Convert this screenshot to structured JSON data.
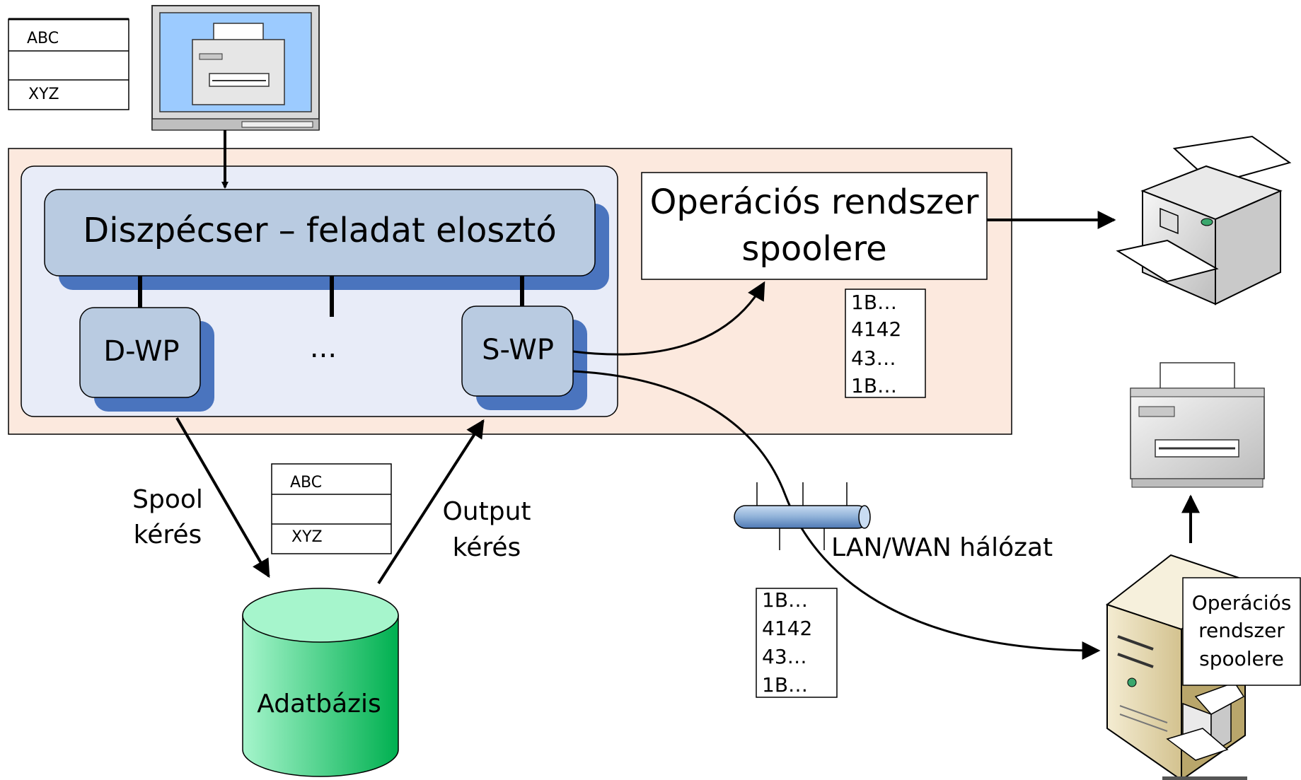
{
  "top_table": {
    "row1": "ABC",
    "row2": "",
    "row3": "XYZ"
  },
  "mid_table": {
    "row1": "ABC",
    "row2": "",
    "row3": "XYZ"
  },
  "dispatcher": {
    "label": "Diszpécser – feladat elosztó"
  },
  "work_processes": {
    "dwp": "D-WP",
    "ellipsis": "...",
    "swp": "S-WP"
  },
  "os_spooler": {
    "line1": "Operációs rendszer",
    "line2": "spoolere"
  },
  "data_list_upper": [
    "1B…",
    "4142",
    "43…",
    "1B…"
  ],
  "data_list_lower": [
    "1B…",
    "4142",
    "43…",
    "1B…"
  ],
  "labels": {
    "spool_request_1": "Spool",
    "spool_request_2": "kérés",
    "output_request_1": "Output",
    "output_request_2": "kérés",
    "network": "LAN/WAN hálózat"
  },
  "database": {
    "label": "Adatbázis"
  },
  "remote_spooler": {
    "line1": "Operációs",
    "line2": "rendszer",
    "line3": "spoolere"
  },
  "colors": {
    "outer_panel": "#fce9de",
    "inner_panel": "#e8ecf8",
    "box_fill": "#b9cbe1",
    "box_shadow": "#4a74be",
    "db_light": "#a6f5cc",
    "db_dark": "#00b050",
    "monitor_screen": "#9ccbff",
    "network_pipe": "#8fb1d8"
  },
  "icons": [
    "monitor-icon",
    "laser-printer-icon",
    "line-printer-icon",
    "server-icon",
    "database-icon",
    "network-segment-icon"
  ]
}
